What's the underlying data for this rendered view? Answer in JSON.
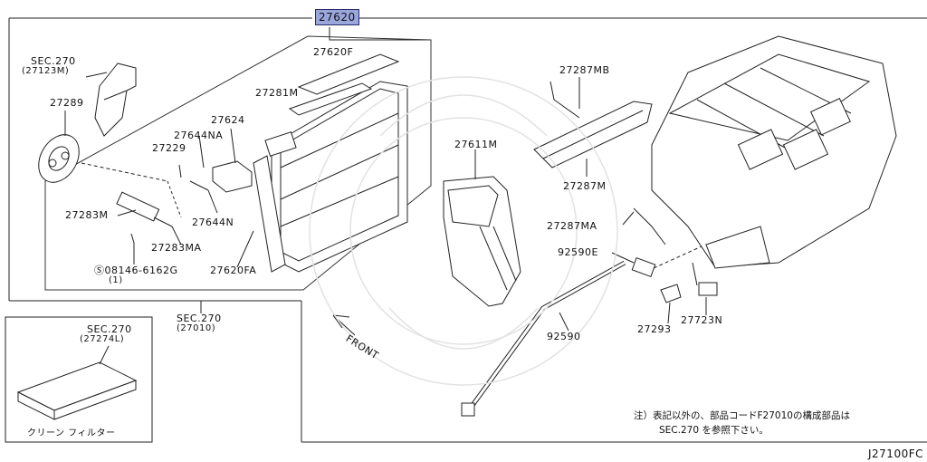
{
  "header": {
    "part_number": "27620"
  },
  "parts": {
    "sec270_top": "SEC.270",
    "sec270_top_ref": "(27123M)",
    "p27289": "27289",
    "p27620f": "27620F",
    "p27281m": "27281M",
    "p27624": "27624",
    "p27644na": "27644NA",
    "p27229": "27229",
    "p27644n": "27644N",
    "p27283m": "27283M",
    "p27283ma": "27283MA",
    "bolt": "08146-6162G",
    "bolt_qty": "(1)",
    "p27620fa": "27620FA",
    "sec270_mid": "SEC.270",
    "sec270_mid_ref": "(27010)",
    "p27287mb": "27287MB",
    "p27611m": "27611M",
    "p27287m": "27287M",
    "p27287ma": "27287MA",
    "p92590e": "92590E",
    "p92590": "92590",
    "p27293": "27293",
    "p27723n": "27723N",
    "front": "FRONT"
  },
  "filter_box": {
    "sec": "SEC.270",
    "ref": "(27274L)",
    "caption": "クリーン フィルター"
  },
  "note": {
    "line1": "注）表記以外の、部品コードF27010の構成部品は",
    "line2": "SEC.270 を参照下さい。"
  },
  "diagram_code": "J27100FC"
}
